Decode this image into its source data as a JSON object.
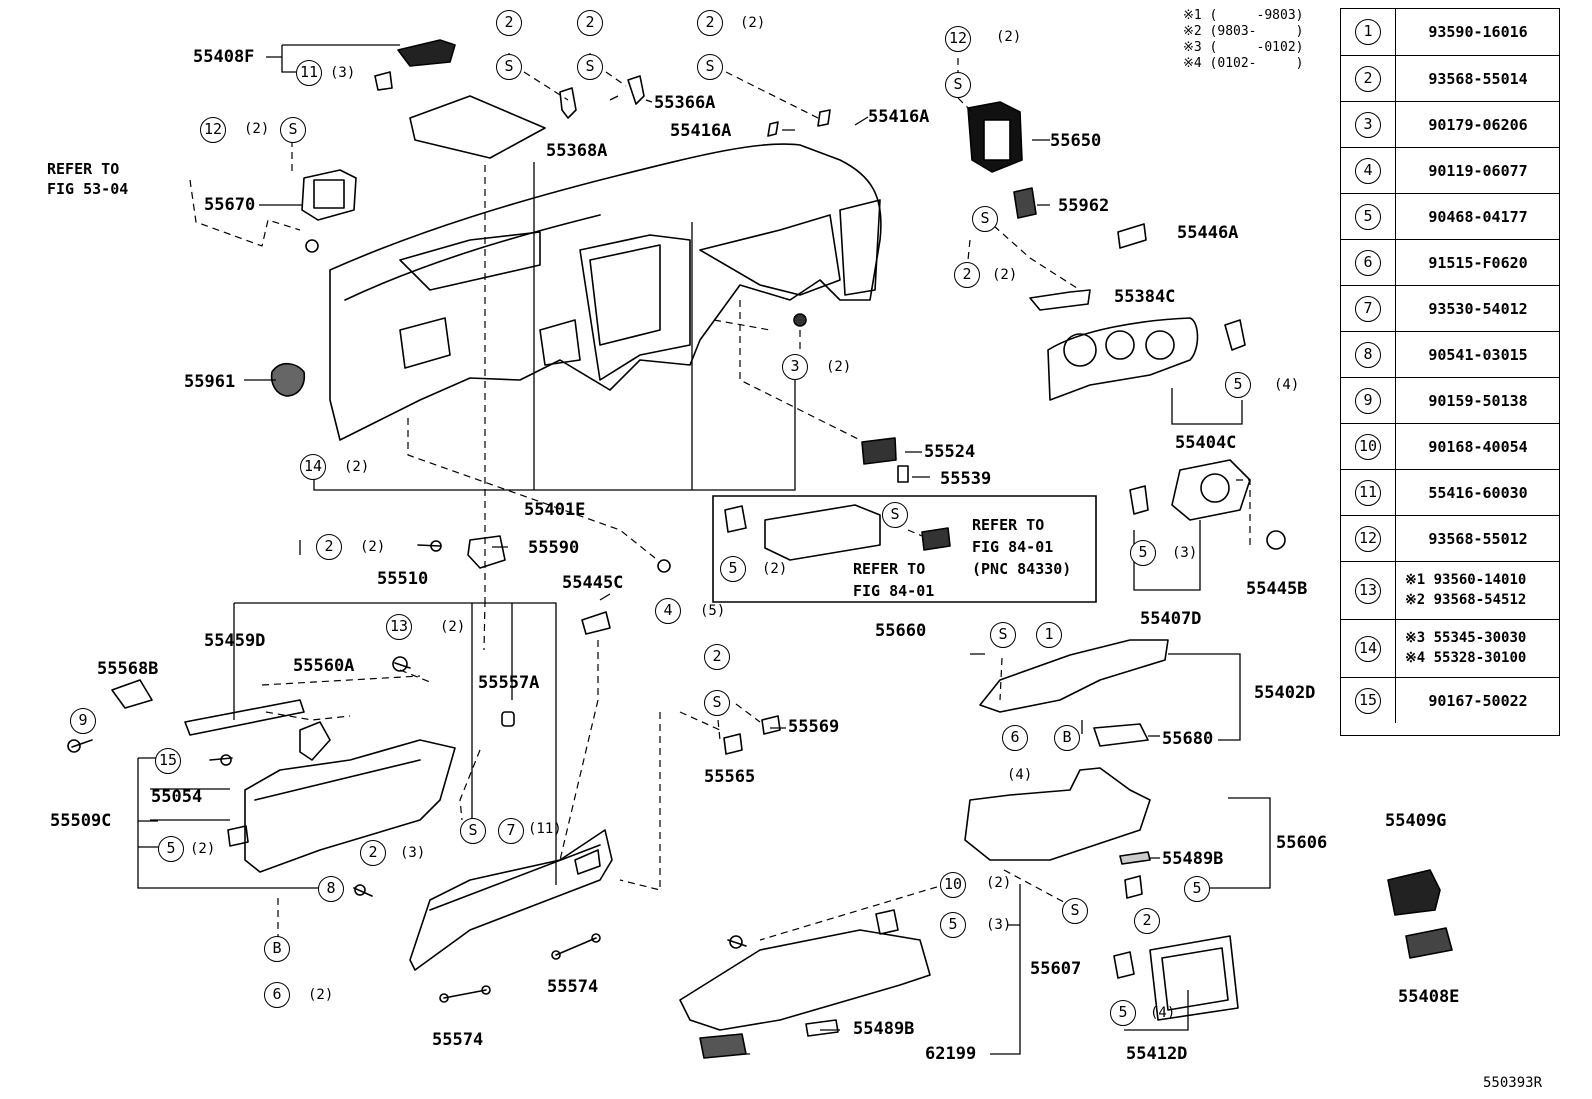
{
  "labels": {
    "p55408F": "55408F",
    "p55366A": "55366A",
    "p55368A": "55368A",
    "p55416A_l": "55416A",
    "p55416A_r": "55416A",
    "p55650": "55650",
    "p55962": "55962",
    "p55446A": "55446A",
    "p55384C": "55384C",
    "p55670": "55670",
    "p55961": "55961",
    "p55404C": "55404C",
    "p55524": "55524",
    "p55539": "55539",
    "p55401E": "55401E",
    "p55590": "55590",
    "p55510": "55510",
    "p55445C": "55445C",
    "p55445B": "55445B",
    "p55407D": "55407D",
    "p55459D": "55459D",
    "p55560A": "55560A",
    "p55557A": "55557A",
    "p55568B": "55568B",
    "p55569": "55569",
    "p55565": "55565",
    "p55660": "55660",
    "p55402D": "55402D",
    "p55680": "55680",
    "p55054": "55054",
    "p55509C": "55509C",
    "p55606": "55606",
    "p55489B_a": "55489B",
    "p55489B_b": "55489B",
    "p55409G": "55409G",
    "p55408E": "55408E",
    "p55607": "55607",
    "p55574_a": "55574",
    "p55574_b": "55574",
    "p62199": "62199",
    "p55412D": "55412D"
  },
  "notes": {
    "refer_53_1": "REFER TO",
    "refer_53_2": "FIG 53-04",
    "refer_84a_1": "REFER TO",
    "refer_84a_2": "FIG 84-01",
    "refer_84a_3": "(PNC 84330)",
    "refer_84b_1": "REFER TO",
    "refer_84b_2": "FIG 84-01"
  },
  "quantities": {
    "q11_3": "(3)",
    "q12_2a": "(2)",
    "q2_2a": "(2)",
    "q12_2b": "(2)",
    "q2_2b": "(2)",
    "q3_2": "(2)",
    "q14_2": "(2)",
    "q5_4a": "(4)",
    "q5_3a": "(3)",
    "q2_2c": "(2)",
    "q13_2": "(2)",
    "q4_5": "(5)",
    "q5_2a": "(2)",
    "q6_4": "(4)",
    "q2_3": "(3)",
    "q7_11": "(11)",
    "q5_2b": "(2)",
    "q6_2": "(2)",
    "q10_2": "(2)",
    "q5_3b": "(3)",
    "q5_4b": "(4)"
  },
  "legend": [
    "※1 (     -9803)",
    "※2 (9803-     )",
    "※3 (     -0102)",
    "※4 (0102-     )"
  ],
  "reference_table": [
    {
      "num": "1",
      "part": "93590-16016"
    },
    {
      "num": "2",
      "part": "93568-55014"
    },
    {
      "num": "3",
      "part": "90179-06206"
    },
    {
      "num": "4",
      "part": "90119-06077"
    },
    {
      "num": "5",
      "part": "90468-04177"
    },
    {
      "num": "6",
      "part": "91515-F0620"
    },
    {
      "num": "7",
      "part": "93530-54012"
    },
    {
      "num": "8",
      "part": "90541-03015"
    },
    {
      "num": "9",
      "part": "90159-50138"
    },
    {
      "num": "10",
      "part": "90168-40054"
    },
    {
      "num": "11",
      "part": "55416-60030"
    },
    {
      "num": "12",
      "part": "93568-55012"
    },
    {
      "num": "13",
      "part": "※1 93560-14010",
      "part2": "※2 93568-54512"
    },
    {
      "num": "14",
      "part": "※3 55345-30030",
      "part2": "※4 55328-30100"
    },
    {
      "num": "15",
      "part": "90167-50022"
    }
  ],
  "footer_code": "550393R",
  "circle_letters": {
    "S": "S",
    "B": "B"
  }
}
